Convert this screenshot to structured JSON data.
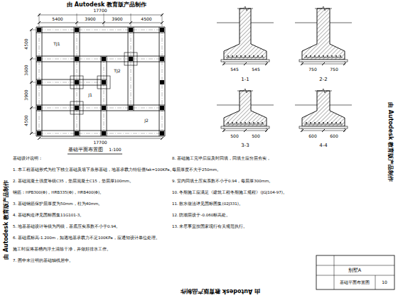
{
  "diagram": {
    "labels": [
      "由 Autodesk 教育版产品制作",
      "由 Autodesk 教育版产品制作",
      "由 Autodesk 教育版产品制作",
      "由 Autodesk 教育版产品制作",
      "17700",
      "5400",
      "3900",
      "3900",
      "4500",
      "4500",
      "3600",
      "3900",
      "4500",
      "17700",
      "TJ1",
      "TJ2",
      "J1",
      "J2",
      "基础平面布置图",
      "1:100",
      "1-1",
      "2-2",
      "3-3",
      "4-4",
      "545",
      "545",
      "750",
      "750",
      "500",
      "500",
      "600",
      "600",
      "基础设计说明：",
      "1. 本工程基础形式为柱下独立基础及墙下条形基础，地基承载力特征值fak=100KPa。",
      "2. 基础混凝土强度等级C35，垫层混凝土C15，垫层厚100mm。",
      "钢筋：HPB300(Φ)，HRB335(Φ)，HRB400(Φ)。",
      "3. 基础钢筋保护层厚度为50mm，柱为40mm。",
      "4. 基础构造详见国标图集11G101-3。",
      "5. 地基基础设计等级为丙级，基底压实系数不小于0.94。",
      "6. 基础底标高-1.200m，如遇地基承载力不足100KPa，应通知设计单位处理。",
      "施工时应将基槽内浮土清除干净，并做好排水工作。",
      "7. 图中未注明的基础轴线居中。",
      "8. 基础施工完毕后应及时回填，回填土应分层夯实，",
      "每层厚度不大于250mm。",
      "9. 室内回填土压实系数不小于0.94，每层厚300mm。",
      "10. 冬期施工应满足《建筑工程冬期施工规程》(JGJ104-97)。",
      "11. 散水做法详见国标图集(02J331)。",
      "12. 防潮层设于-0.060标高处。",
      "13. 未尽事宜按国家现行有关规范执行。",
      "别墅A",
      "基础平面布置图",
      "10"
    ]
  }
}
